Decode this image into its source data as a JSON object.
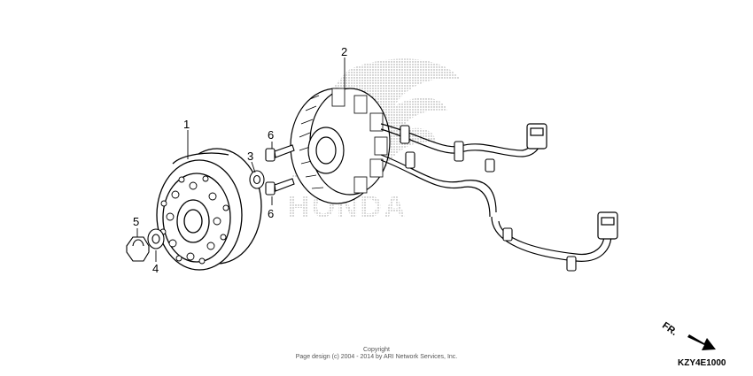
{
  "diagram": {
    "watermark": "HONDA",
    "callouts": [
      {
        "id": "flywheel",
        "label": "1"
      },
      {
        "id": "stator",
        "label": "2"
      },
      {
        "id": "washer",
        "label": "3"
      },
      {
        "id": "washer-small",
        "label": "4"
      },
      {
        "id": "nut",
        "label": "5"
      },
      {
        "id": "bolt-top",
        "label": "6"
      },
      {
        "id": "bolt-bottom",
        "label": "6"
      }
    ],
    "direction_label": "FR.",
    "diagram_code": "KZY4E1000"
  },
  "footer": {
    "copyright_title": "Copyright",
    "copyright_text": "Page design (c) 2004 - 2014 by ARI Network Services, Inc."
  }
}
